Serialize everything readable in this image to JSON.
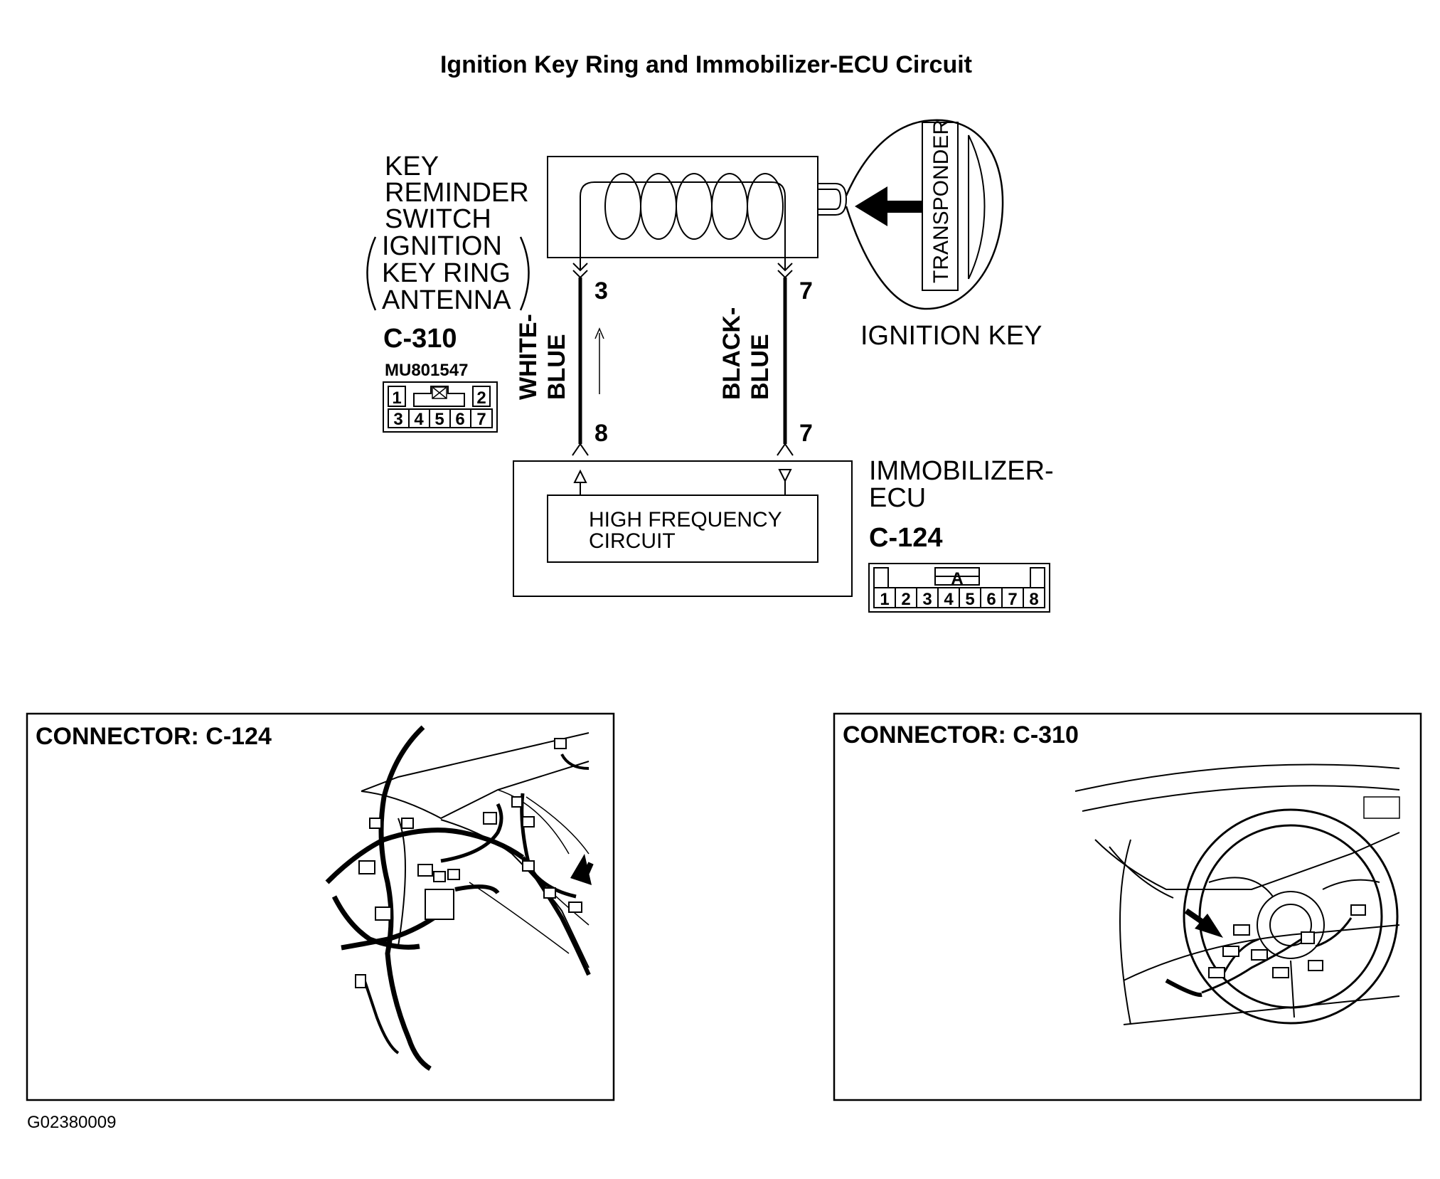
{
  "title": "Ignition Key Ring and Immobilizer-ECU Circuit",
  "antenna": {
    "label_lines": [
      "KEY",
      "REMINDER",
      "SWITCH",
      "IGNITION",
      "KEY RING",
      "ANTENNA"
    ],
    "connector_code": "C-310",
    "part_number": "MU801547",
    "pins_top": [
      "1",
      "2"
    ],
    "pins_bottom": [
      "3",
      "4",
      "5",
      "6",
      "7"
    ]
  },
  "key": {
    "label": "IGNITION KEY",
    "transponder_label": "TRANSPONDER"
  },
  "wires": {
    "left": {
      "color_line1": "WHITE-",
      "color_line2": "BLUE",
      "pin_top": "3",
      "pin_bottom": "8"
    },
    "right": {
      "color_line1": "BLACK-",
      "color_line2": "BLUE",
      "pin_top": "7",
      "pin_bottom": "7"
    }
  },
  "ecu": {
    "label_line1": "IMMOBILIZER-",
    "label_line2": "ECU",
    "connector_code": "C-124",
    "connector_marker": "A",
    "connector_pins": [
      "1",
      "2",
      "3",
      "4",
      "5",
      "6",
      "7",
      "8"
    ],
    "circuit_line1": "HIGH FREQUENCY",
    "circuit_line2": "CIRCUIT"
  },
  "panels": {
    "left_title": "CONNECTOR: C-124",
    "right_title": "CONNECTOR: C-310"
  },
  "figure_code": "G02380009"
}
